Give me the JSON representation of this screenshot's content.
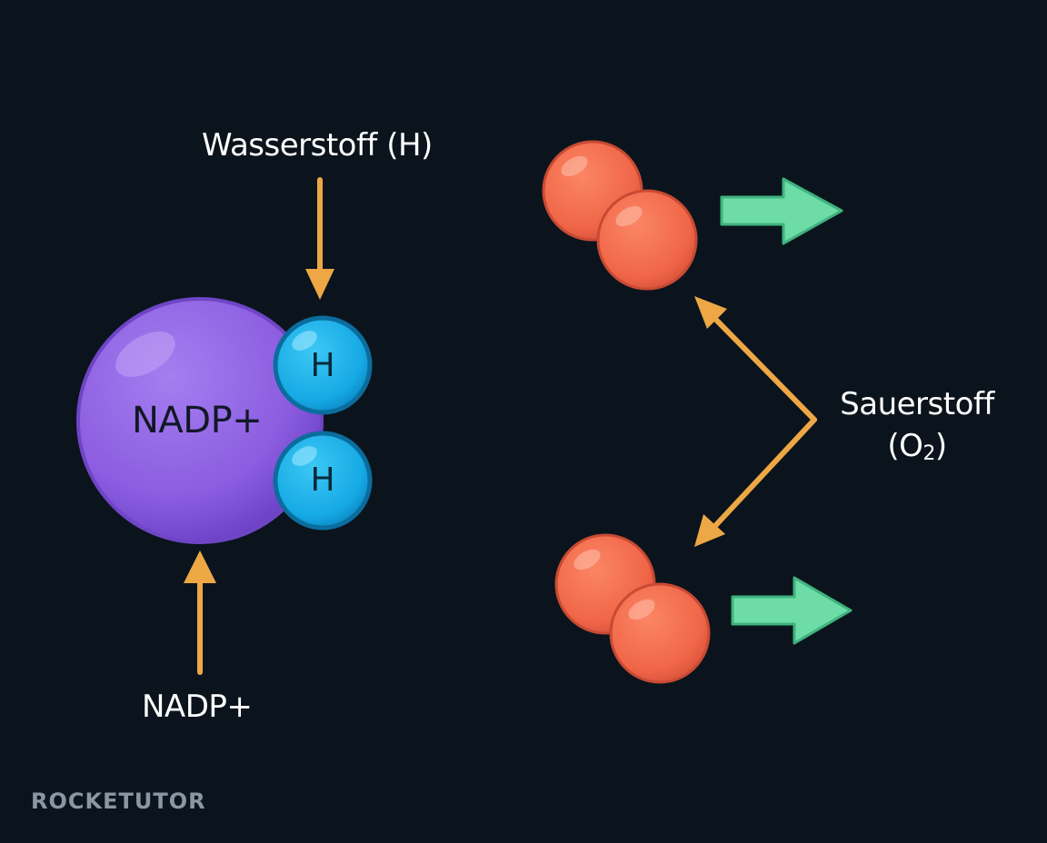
{
  "labels": {
    "hydrogen": "Wasserstoff (H)",
    "nadp_bottom": "NADP+",
    "nadp_ball": "NADP+",
    "hydrogen_atom": "H",
    "oxygen_line1": "Sauerstoff",
    "oxygen_line2_open": "(O",
    "oxygen_line2_sub": "2",
    "oxygen_line2_close": ")"
  },
  "logo": "ROCKETUTOR",
  "colors": {
    "background": "#0b141c",
    "nadp_ball": "#8d5fe0",
    "hydrogen_atom": "#1cb4ea",
    "oxygen_atom": "#f26a4b",
    "orange_arrow": "#eda745",
    "green_arrow": "#6ddca6"
  }
}
